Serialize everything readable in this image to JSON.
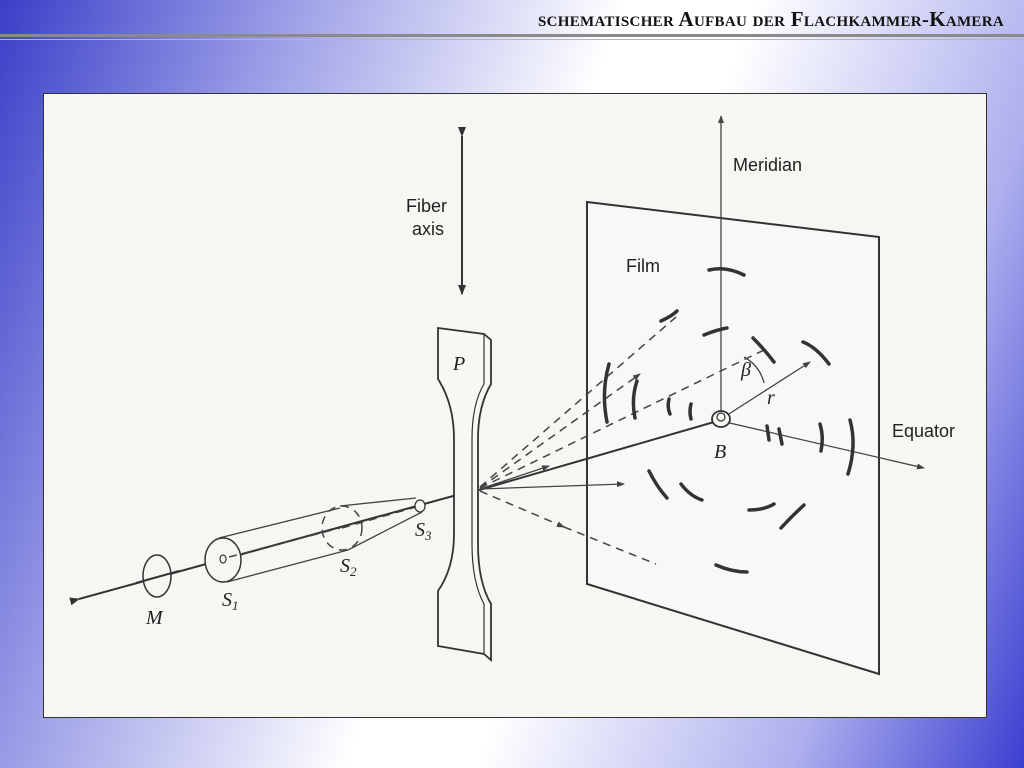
{
  "slide": {
    "title": "schematischer Aufbau der Flachkammer-Kamera"
  },
  "diagram": {
    "labels": {
      "fiber_axis_line1": "Fiber",
      "fiber_axis_line2": "axis",
      "meridian": "Meridian",
      "film": "Film",
      "equator": "Equator",
      "sample": "P",
      "beam_stop": "B",
      "angle": "β",
      "radius": "r",
      "monochromator": "M",
      "slit1": "S",
      "slit1_sub": "1",
      "slit2": "S",
      "slit2_sub": "2",
      "slit3": "S",
      "slit3_sub": "3"
    }
  }
}
